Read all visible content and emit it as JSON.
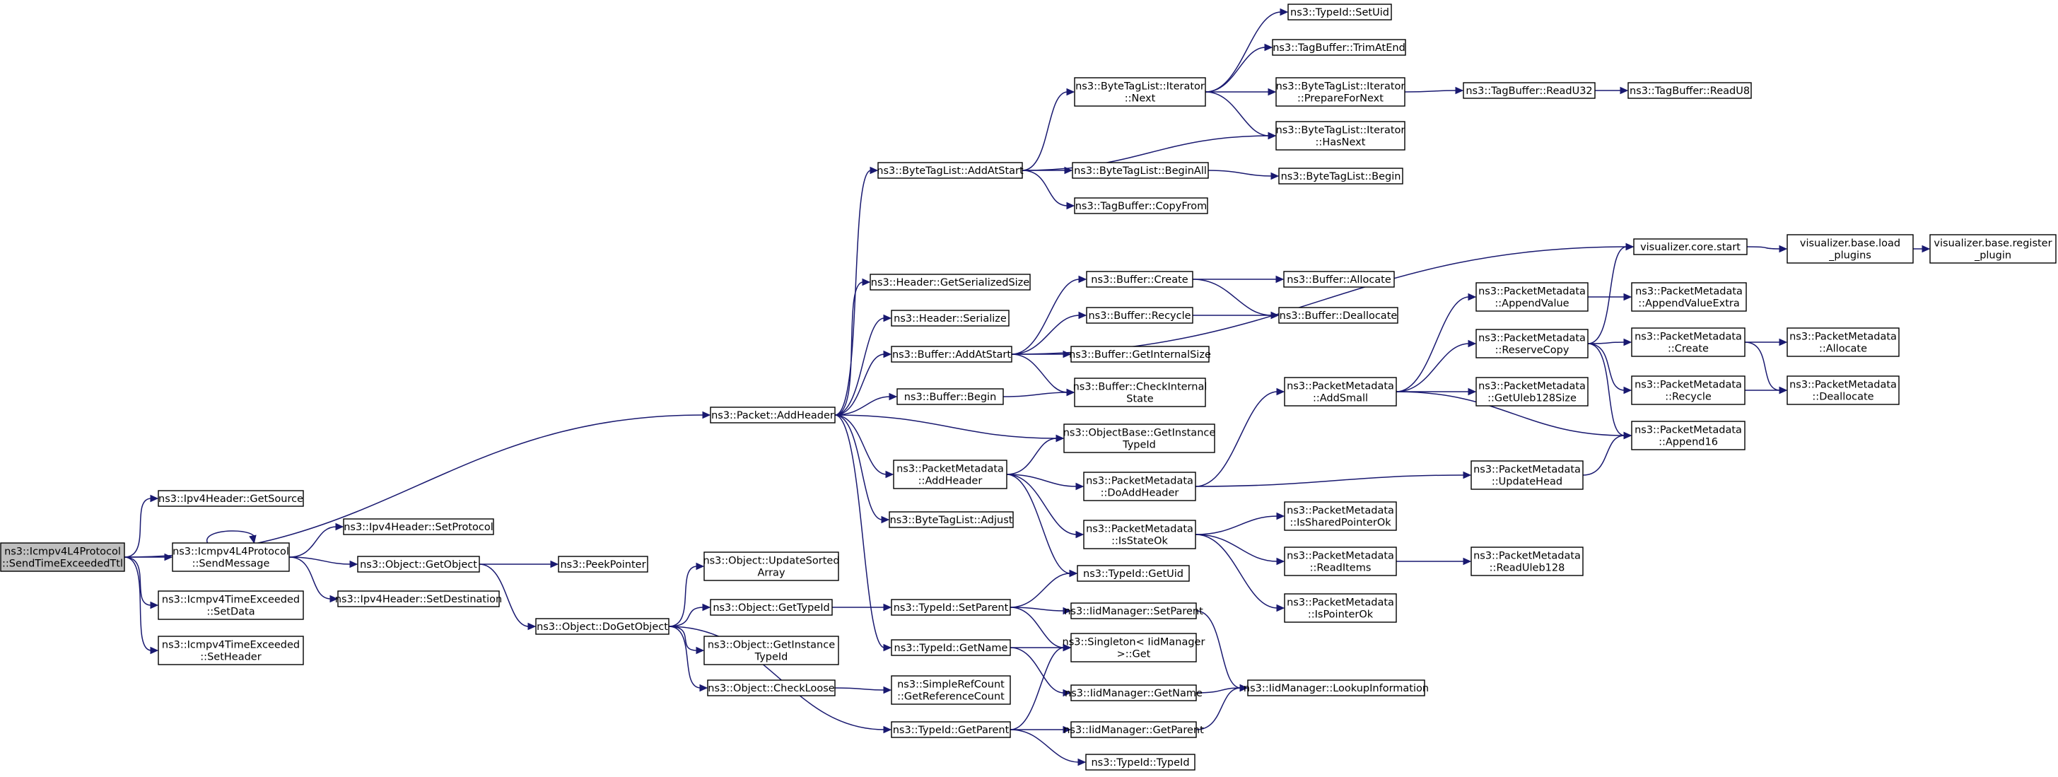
{
  "graph": {
    "nodes": [
      {
        "id": "root",
        "lines": [
          "ns3::Icmpv4L4Protocol",
          "::SendTimeExceededTtl"
        ],
        "root": true
      },
      {
        "id": "addheader",
        "lines": [
          "ns3::Packet::AddHeader"
        ]
      },
      {
        "id": "getsource",
        "lines": [
          "ns3::Ipv4Header::GetSource"
        ]
      },
      {
        "id": "sendmessage",
        "lines": [
          "ns3::Icmpv4L4Protocol",
          "::SendMessage"
        ]
      },
      {
        "id": "setdata",
        "lines": [
          "ns3::Icmpv4TimeExceeded",
          "::SetData"
        ]
      },
      {
        "id": "setheader",
        "lines": [
          "ns3::Icmpv4TimeExceeded",
          "::SetHeader"
        ]
      },
      {
        "id": "setprotocol",
        "lines": [
          "ns3::Ipv4Header::SetProtocol"
        ]
      },
      {
        "id": "getobject",
        "lines": [
          "ns3::Object::GetObject"
        ]
      },
      {
        "id": "setdestination",
        "lines": [
          "ns3::Ipv4Header::SetDestination"
        ]
      },
      {
        "id": "peekpointer",
        "lines": [
          "ns3::PeekPointer"
        ]
      },
      {
        "id": "dogetobject",
        "lines": [
          "ns3::Object::DoGetObject"
        ]
      },
      {
        "id": "updatesorted",
        "lines": [
          "ns3::Object::UpdateSorted",
          "Array"
        ]
      },
      {
        "id": "objgettypeid",
        "lines": [
          "ns3::Object::GetTypeId"
        ]
      },
      {
        "id": "objgetinstance",
        "lines": [
          "ns3::Object::GetInstance",
          "TypeId"
        ]
      },
      {
        "id": "checkloose",
        "lines": [
          "ns3::Object::CheckLoose"
        ]
      },
      {
        "id": "getrefcount",
        "lines": [
          "ns3::SimpleRefCount",
          "::GetReferenceCount"
        ]
      },
      {
        "id": "typesetparent",
        "lines": [
          "ns3::TypeId::SetParent"
        ]
      },
      {
        "id": "typegetname",
        "lines": [
          "ns3::TypeId::GetName"
        ]
      },
      {
        "id": "typegetparent",
        "lines": [
          "ns3::TypeId::GetParent"
        ]
      },
      {
        "id": "typegetuid",
        "lines": [
          "ns3::TypeId::GetUid"
        ]
      },
      {
        "id": "iidsetparent",
        "lines": [
          "ns3::IidManager::SetParent"
        ]
      },
      {
        "id": "singletonget",
        "lines": [
          "ns3::Singleton< IidManager",
          " >::Get"
        ]
      },
      {
        "id": "iidgetname",
        "lines": [
          "ns3::IidManager::GetName"
        ]
      },
      {
        "id": "iidgetparent",
        "lines": [
          "ns3::IidManager::GetParent"
        ]
      },
      {
        "id": "typetypeid",
        "lines": [
          "ns3::TypeId::TypeId"
        ]
      },
      {
        "id": "lookupinfo",
        "lines": [
          "ns3::IidManager::LookupInformation"
        ]
      },
      {
        "id": "btladdatstart",
        "lines": [
          "ns3::ByteTagList::AddAtStart"
        ]
      },
      {
        "id": "hdrgetsize",
        "lines": [
          "ns3::Header::GetSerializedSize"
        ]
      },
      {
        "id": "hdrserialize",
        "lines": [
          "ns3::Header::Serialize"
        ]
      },
      {
        "id": "bufaddatstart",
        "lines": [
          "ns3::Buffer::AddAtStart"
        ]
      },
      {
        "id": "bufbegin",
        "lines": [
          "ns3::Buffer::Begin"
        ]
      },
      {
        "id": "pmaddheader",
        "lines": [
          "ns3::PacketMetadata",
          "::AddHeader"
        ]
      },
      {
        "id": "btladjust",
        "lines": [
          "ns3::ByteTagList::Adjust"
        ]
      },
      {
        "id": "btlitnext",
        "lines": [
          "ns3::ByteTagList::Iterator",
          "::Next"
        ]
      },
      {
        "id": "btlbeginall",
        "lines": [
          "ns3::ByteTagList::BeginAll"
        ]
      },
      {
        "id": "tbcopyfrom",
        "lines": [
          "ns3::TagBuffer::CopyFrom"
        ]
      },
      {
        "id": "typesetuid",
        "lines": [
          "ns3::TypeId::SetUid"
        ]
      },
      {
        "id": "tbtrimatend",
        "lines": [
          "ns3::TagBuffer::TrimAtEnd"
        ]
      },
      {
        "id": "btlitprepare",
        "lines": [
          "ns3::ByteTagList::Iterator",
          "::PrepareForNext"
        ]
      },
      {
        "id": "btlithasnext",
        "lines": [
          "ns3::ByteTagList::Iterator",
          "::HasNext"
        ]
      },
      {
        "id": "btlbegin",
        "lines": [
          "ns3::ByteTagList::Begin"
        ]
      },
      {
        "id": "tbreadu32",
        "lines": [
          "ns3::TagBuffer::ReadU32"
        ]
      },
      {
        "id": "tbreadu8",
        "lines": [
          "ns3::TagBuffer::ReadU8"
        ]
      },
      {
        "id": "bufcreate",
        "lines": [
          "ns3::Buffer::Create"
        ]
      },
      {
        "id": "bufrecycle",
        "lines": [
          "ns3::Buffer::Recycle"
        ]
      },
      {
        "id": "bufgetinternal",
        "lines": [
          "ns3::Buffer::GetInternalSize"
        ]
      },
      {
        "id": "bufcheckinternal",
        "lines": [
          "ns3::Buffer::CheckInternal",
          "State"
        ]
      },
      {
        "id": "bufallocate",
        "lines": [
          "ns3::Buffer::Allocate"
        ]
      },
      {
        "id": "bufdeallocate",
        "lines": [
          "ns3::Buffer::Deallocate"
        ]
      },
      {
        "id": "obgetinstance",
        "lines": [
          "ns3::ObjectBase::GetInstance",
          "TypeId"
        ]
      },
      {
        "id": "pmdoaddheader",
        "lines": [
          "ns3::PacketMetadata",
          "::DoAddHeader"
        ]
      },
      {
        "id": "pmisstateok",
        "lines": [
          "ns3::PacketMetadata",
          "::IsStateOk"
        ]
      },
      {
        "id": "vizstart",
        "lines": [
          "visualizer.core.start"
        ]
      },
      {
        "id": "vizload",
        "lines": [
          "visualizer.base.load",
          "_plugins"
        ]
      },
      {
        "id": "vizregister",
        "lines": [
          "visualizer.base.register",
          "_plugin"
        ]
      },
      {
        "id": "pmaddsmall",
        "lines": [
          "ns3::PacketMetadata",
          "::AddSmall"
        ]
      },
      {
        "id": "pmupdatehead",
        "lines": [
          "ns3::PacketMetadata",
          "::UpdateHead"
        ]
      },
      {
        "id": "pmappendvalue",
        "lines": [
          "ns3::PacketMetadata",
          "::AppendValue"
        ]
      },
      {
        "id": "pmreservecopy",
        "lines": [
          "ns3::PacketMetadata",
          "::ReserveCopy"
        ]
      },
      {
        "id": "pmgetuleb",
        "lines": [
          "ns3::PacketMetadata",
          "::GetUleb128Size"
        ]
      },
      {
        "id": "pmappendvalueextra",
        "lines": [
          "ns3::PacketMetadata",
          "::AppendValueExtra"
        ]
      },
      {
        "id": "pmcreate",
        "lines": [
          "ns3::PacketMetadata",
          "::Create"
        ]
      },
      {
        "id": "pmrecycle",
        "lines": [
          "ns3::PacketMetadata",
          "::Recycle"
        ]
      },
      {
        "id": "pmappend16",
        "lines": [
          "ns3::PacketMetadata",
          "::Append16"
        ]
      },
      {
        "id": "pmallocate",
        "lines": [
          "ns3::PacketMetadata",
          "::Allocate"
        ]
      },
      {
        "id": "pmdeallocate",
        "lines": [
          "ns3::PacketMetadata",
          "::Deallocate"
        ]
      },
      {
        "id": "pmissharedptr",
        "lines": [
          "ns3::PacketMetadata",
          "::IsSharedPointerOk"
        ]
      },
      {
        "id": "pmreaditems",
        "lines": [
          "ns3::PacketMetadata",
          "::ReadItems"
        ]
      },
      {
        "id": "pmispointerok",
        "lines": [
          "ns3::PacketMetadata",
          "::IsPointerOk"
        ]
      },
      {
        "id": "pmreaduleb",
        "lines": [
          "ns3::PacketMetadata",
          "::ReadUleb128"
        ]
      }
    ],
    "edges": [
      [
        "root",
        "addheader"
      ],
      [
        "root",
        "getsource"
      ],
      [
        "root",
        "sendmessage"
      ],
      [
        "root",
        "setdata"
      ],
      [
        "root",
        "setheader"
      ],
      [
        "sendmessage",
        "sendmessage"
      ],
      [
        "sendmessage",
        "setprotocol"
      ],
      [
        "sendmessage",
        "getobject"
      ],
      [
        "sendmessage",
        "setdestination"
      ],
      [
        "getobject",
        "peekpointer"
      ],
      [
        "getobject",
        "dogetobject"
      ],
      [
        "dogetobject",
        "updatesorted"
      ],
      [
        "dogetobject",
        "objgettypeid"
      ],
      [
        "dogetobject",
        "objgetinstance"
      ],
      [
        "dogetobject",
        "checkloose"
      ],
      [
        "dogetobject",
        "typegetparent"
      ],
      [
        "checkloose",
        "getrefcount"
      ],
      [
        "objgettypeid",
        "typesetparent"
      ],
      [
        "typesetparent",
        "typegetuid"
      ],
      [
        "typesetparent",
        "iidsetparent"
      ],
      [
        "typesetparent",
        "singletonget"
      ],
      [
        "typegetname",
        "singletonget"
      ],
      [
        "typegetname",
        "iidgetname"
      ],
      [
        "typegetparent",
        "singletonget"
      ],
      [
        "typegetparent",
        "iidgetparent"
      ],
      [
        "typegetparent",
        "typetypeid"
      ],
      [
        "iidsetparent",
        "lookupinfo"
      ],
      [
        "iidgetname",
        "lookupinfo"
      ],
      [
        "iidgetparent",
        "lookupinfo"
      ],
      [
        "addheader",
        "btladdatstart"
      ],
      [
        "addheader",
        "hdrgetsize"
      ],
      [
        "addheader",
        "hdrserialize"
      ],
      [
        "addheader",
        "bufaddatstart"
      ],
      [
        "addheader",
        "bufbegin"
      ],
      [
        "addheader",
        "obgetinstance"
      ],
      [
        "addheader",
        "pmaddheader"
      ],
      [
        "addheader",
        "btladjust"
      ],
      [
        "addheader",
        "typegetname"
      ],
      [
        "btladdatstart",
        "btlitnext"
      ],
      [
        "btladdatstart",
        "btlithasnext"
      ],
      [
        "btladdatstart",
        "btlbeginall"
      ],
      [
        "btladdatstart",
        "tbcopyfrom"
      ],
      [
        "btlitnext",
        "typesetuid"
      ],
      [
        "btlitnext",
        "tbtrimatend"
      ],
      [
        "btlitnext",
        "btlitprepare"
      ],
      [
        "btlitnext",
        "btlithasnext"
      ],
      [
        "btlitprepare",
        "tbreadu32"
      ],
      [
        "tbreadu32",
        "tbreadu8"
      ],
      [
        "btlbeginall",
        "btlbegin"
      ],
      [
        "bufaddatstart",
        "vizstart"
      ],
      [
        "bufaddatstart",
        "bufcreate"
      ],
      [
        "bufaddatstart",
        "bufrecycle"
      ],
      [
        "bufaddatstart",
        "bufgetinternal"
      ],
      [
        "bufaddatstart",
        "bufcheckinternal"
      ],
      [
        "bufbegin",
        "bufcheckinternal"
      ],
      [
        "bufcreate",
        "bufallocate"
      ],
      [
        "bufcreate",
        "bufdeallocate"
      ],
      [
        "bufrecycle",
        "bufdeallocate"
      ],
      [
        "pmaddheader",
        "obgetinstance"
      ],
      [
        "pmaddheader",
        "pmdoaddheader"
      ],
      [
        "pmaddheader",
        "pmisstateok"
      ],
      [
        "pmaddheader",
        "typegetuid"
      ],
      [
        "pmdoaddheader",
        "pmaddsmall"
      ],
      [
        "pmdoaddheader",
        "pmupdatehead"
      ],
      [
        "pmisstateok",
        "pmissharedptr"
      ],
      [
        "pmisstateok",
        "pmreaditems"
      ],
      [
        "pmisstateok",
        "pmispointerok"
      ],
      [
        "pmreaditems",
        "pmreaduleb"
      ],
      [
        "pmaddsmall",
        "pmappendvalue"
      ],
      [
        "pmaddsmall",
        "pmreservecopy"
      ],
      [
        "pmaddsmall",
        "pmgetuleb"
      ],
      [
        "pmaddsmall",
        "pmappend16"
      ],
      [
        "pmupdatehead",
        "pmappend16"
      ],
      [
        "pmappendvalue",
        "pmappendvalueextra"
      ],
      [
        "pmreservecopy",
        "vizstart"
      ],
      [
        "pmreservecopy",
        "pmcreate"
      ],
      [
        "pmreservecopy",
        "pmrecycle"
      ],
      [
        "pmreservecopy",
        "pmappend16"
      ],
      [
        "pmcreate",
        "pmallocate"
      ],
      [
        "pmcreate",
        "pmdeallocate"
      ],
      [
        "pmrecycle",
        "pmdeallocate"
      ],
      [
        "vizstart",
        "vizload"
      ],
      [
        "vizload",
        "vizregister"
      ]
    ]
  }
}
